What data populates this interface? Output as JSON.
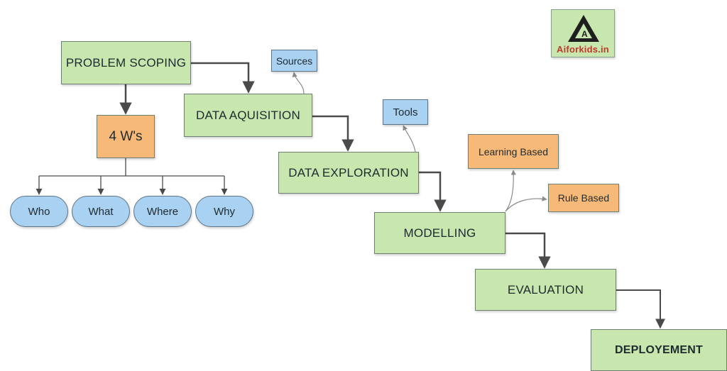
{
  "colors": {
    "stage_fill": "#c7e7ae",
    "orange_fill": "#f7b977",
    "blue_fill": "#a9d1f1",
    "edge": "#4a4a4a",
    "brand": "#c0392b"
  },
  "logo": {
    "text": "Aiforkids.in",
    "icon": "ai-triangle-logo-icon"
  },
  "stages": {
    "problem_scoping": "PROBLEM SCOPING",
    "data_aquisition": "DATA AQUISITION",
    "data_exploration": "DATA  EXPLORATION",
    "modelling": "MODELLING",
    "evaluation": "EVALUATION",
    "deployement": "DEPLOYEMENT"
  },
  "four_ws": {
    "title": "4 W's",
    "items": [
      "Who",
      "What",
      "Where",
      "Why"
    ]
  },
  "side_notes": {
    "sources": "Sources",
    "tools": "Tools",
    "learning_based": "Learning Based",
    "rule_based": "Rule Based"
  }
}
